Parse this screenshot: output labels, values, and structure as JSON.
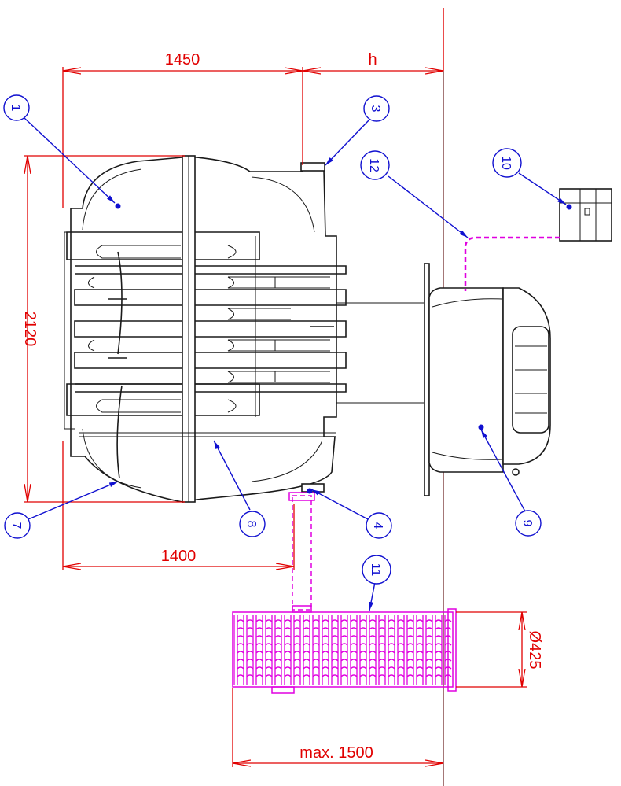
{
  "colors": {
    "dimension": "#e10000",
    "callout": "#1010d0",
    "pipe": "#e000e0",
    "outline": "#1a1a1a"
  },
  "dimensions": {
    "top_width": "1450",
    "top_h": "h",
    "height_left": "2120",
    "bottom_width": "1400",
    "diameter": "Ø425",
    "max_length": "max. 1500"
  },
  "callouts": [
    "1",
    "3",
    "12",
    "10",
    "7",
    "8",
    "4",
    "9",
    "11"
  ]
}
